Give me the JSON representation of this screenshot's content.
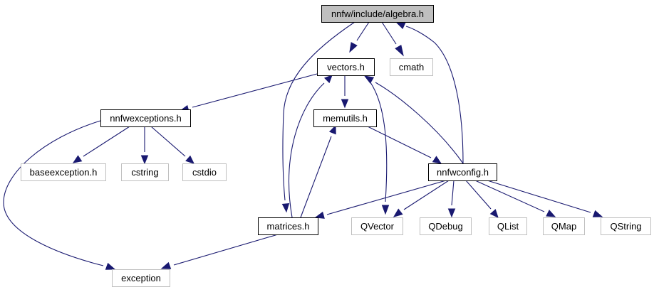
{
  "diagram": {
    "type": "include-dependency-graph",
    "colors": {
      "edge": "#191970",
      "root_fill": "#bfbfbf",
      "root_border": "#000000",
      "internal_border": "#000000",
      "external_border": "#bfbfbf",
      "fill": "#ffffff"
    },
    "nodes": [
      {
        "id": "algebra",
        "label": "nnfw/include/algebra.h",
        "kind": "root"
      },
      {
        "id": "vectors",
        "label": "vectors.h",
        "kind": "internal"
      },
      {
        "id": "cmath",
        "label": "cmath",
        "kind": "external"
      },
      {
        "id": "nnfwexceptions",
        "label": "nnfwexceptions.h",
        "kind": "internal"
      },
      {
        "id": "memutils",
        "label": "memutils.h",
        "kind": "internal"
      },
      {
        "id": "baseexception",
        "label": "baseexception.h",
        "kind": "external"
      },
      {
        "id": "cstring",
        "label": "cstring",
        "kind": "external"
      },
      {
        "id": "cstdio",
        "label": "cstdio",
        "kind": "external"
      },
      {
        "id": "nnfwconfig",
        "label": "nnfwconfig.h",
        "kind": "internal"
      },
      {
        "id": "matrices",
        "label": "matrices.h",
        "kind": "internal"
      },
      {
        "id": "qvector",
        "label": "QVector",
        "kind": "external"
      },
      {
        "id": "qdebug",
        "label": "QDebug",
        "kind": "external"
      },
      {
        "id": "qlist",
        "label": "QList",
        "kind": "external"
      },
      {
        "id": "qmap",
        "label": "QMap",
        "kind": "external"
      },
      {
        "id": "qstring",
        "label": "QString",
        "kind": "external"
      },
      {
        "id": "exception",
        "label": "exception",
        "kind": "external"
      }
    ],
    "edges": [
      {
        "from": "algebra",
        "to": "vectors"
      },
      {
        "from": "algebra",
        "to": "cmath"
      },
      {
        "from": "algebra",
        "to": "matrices"
      },
      {
        "from": "nnfwconfig",
        "to": "algebra"
      },
      {
        "from": "vectors",
        "to": "nnfwexceptions"
      },
      {
        "from": "vectors",
        "to": "memutils"
      },
      {
        "from": "vectors",
        "to": "qvector"
      },
      {
        "from": "nnfwconfig",
        "to": "vectors"
      },
      {
        "from": "matrices",
        "to": "vectors"
      },
      {
        "from": "nnfwexceptions",
        "to": "baseexception"
      },
      {
        "from": "nnfwexceptions",
        "to": "cstring"
      },
      {
        "from": "nnfwexceptions",
        "to": "cstdio"
      },
      {
        "from": "nnfwexceptions",
        "to": "exception"
      },
      {
        "from": "memutils",
        "to": "nnfwconfig"
      },
      {
        "from": "matrices",
        "to": "memutils"
      },
      {
        "from": "matrices",
        "to": "exception"
      },
      {
        "from": "nnfwconfig",
        "to": "matrices"
      },
      {
        "from": "nnfwconfig",
        "to": "qvector"
      },
      {
        "from": "nnfwconfig",
        "to": "qdebug"
      },
      {
        "from": "nnfwconfig",
        "to": "qlist"
      },
      {
        "from": "nnfwconfig",
        "to": "qmap"
      },
      {
        "from": "nnfwconfig",
        "to": "qstring"
      }
    ]
  }
}
